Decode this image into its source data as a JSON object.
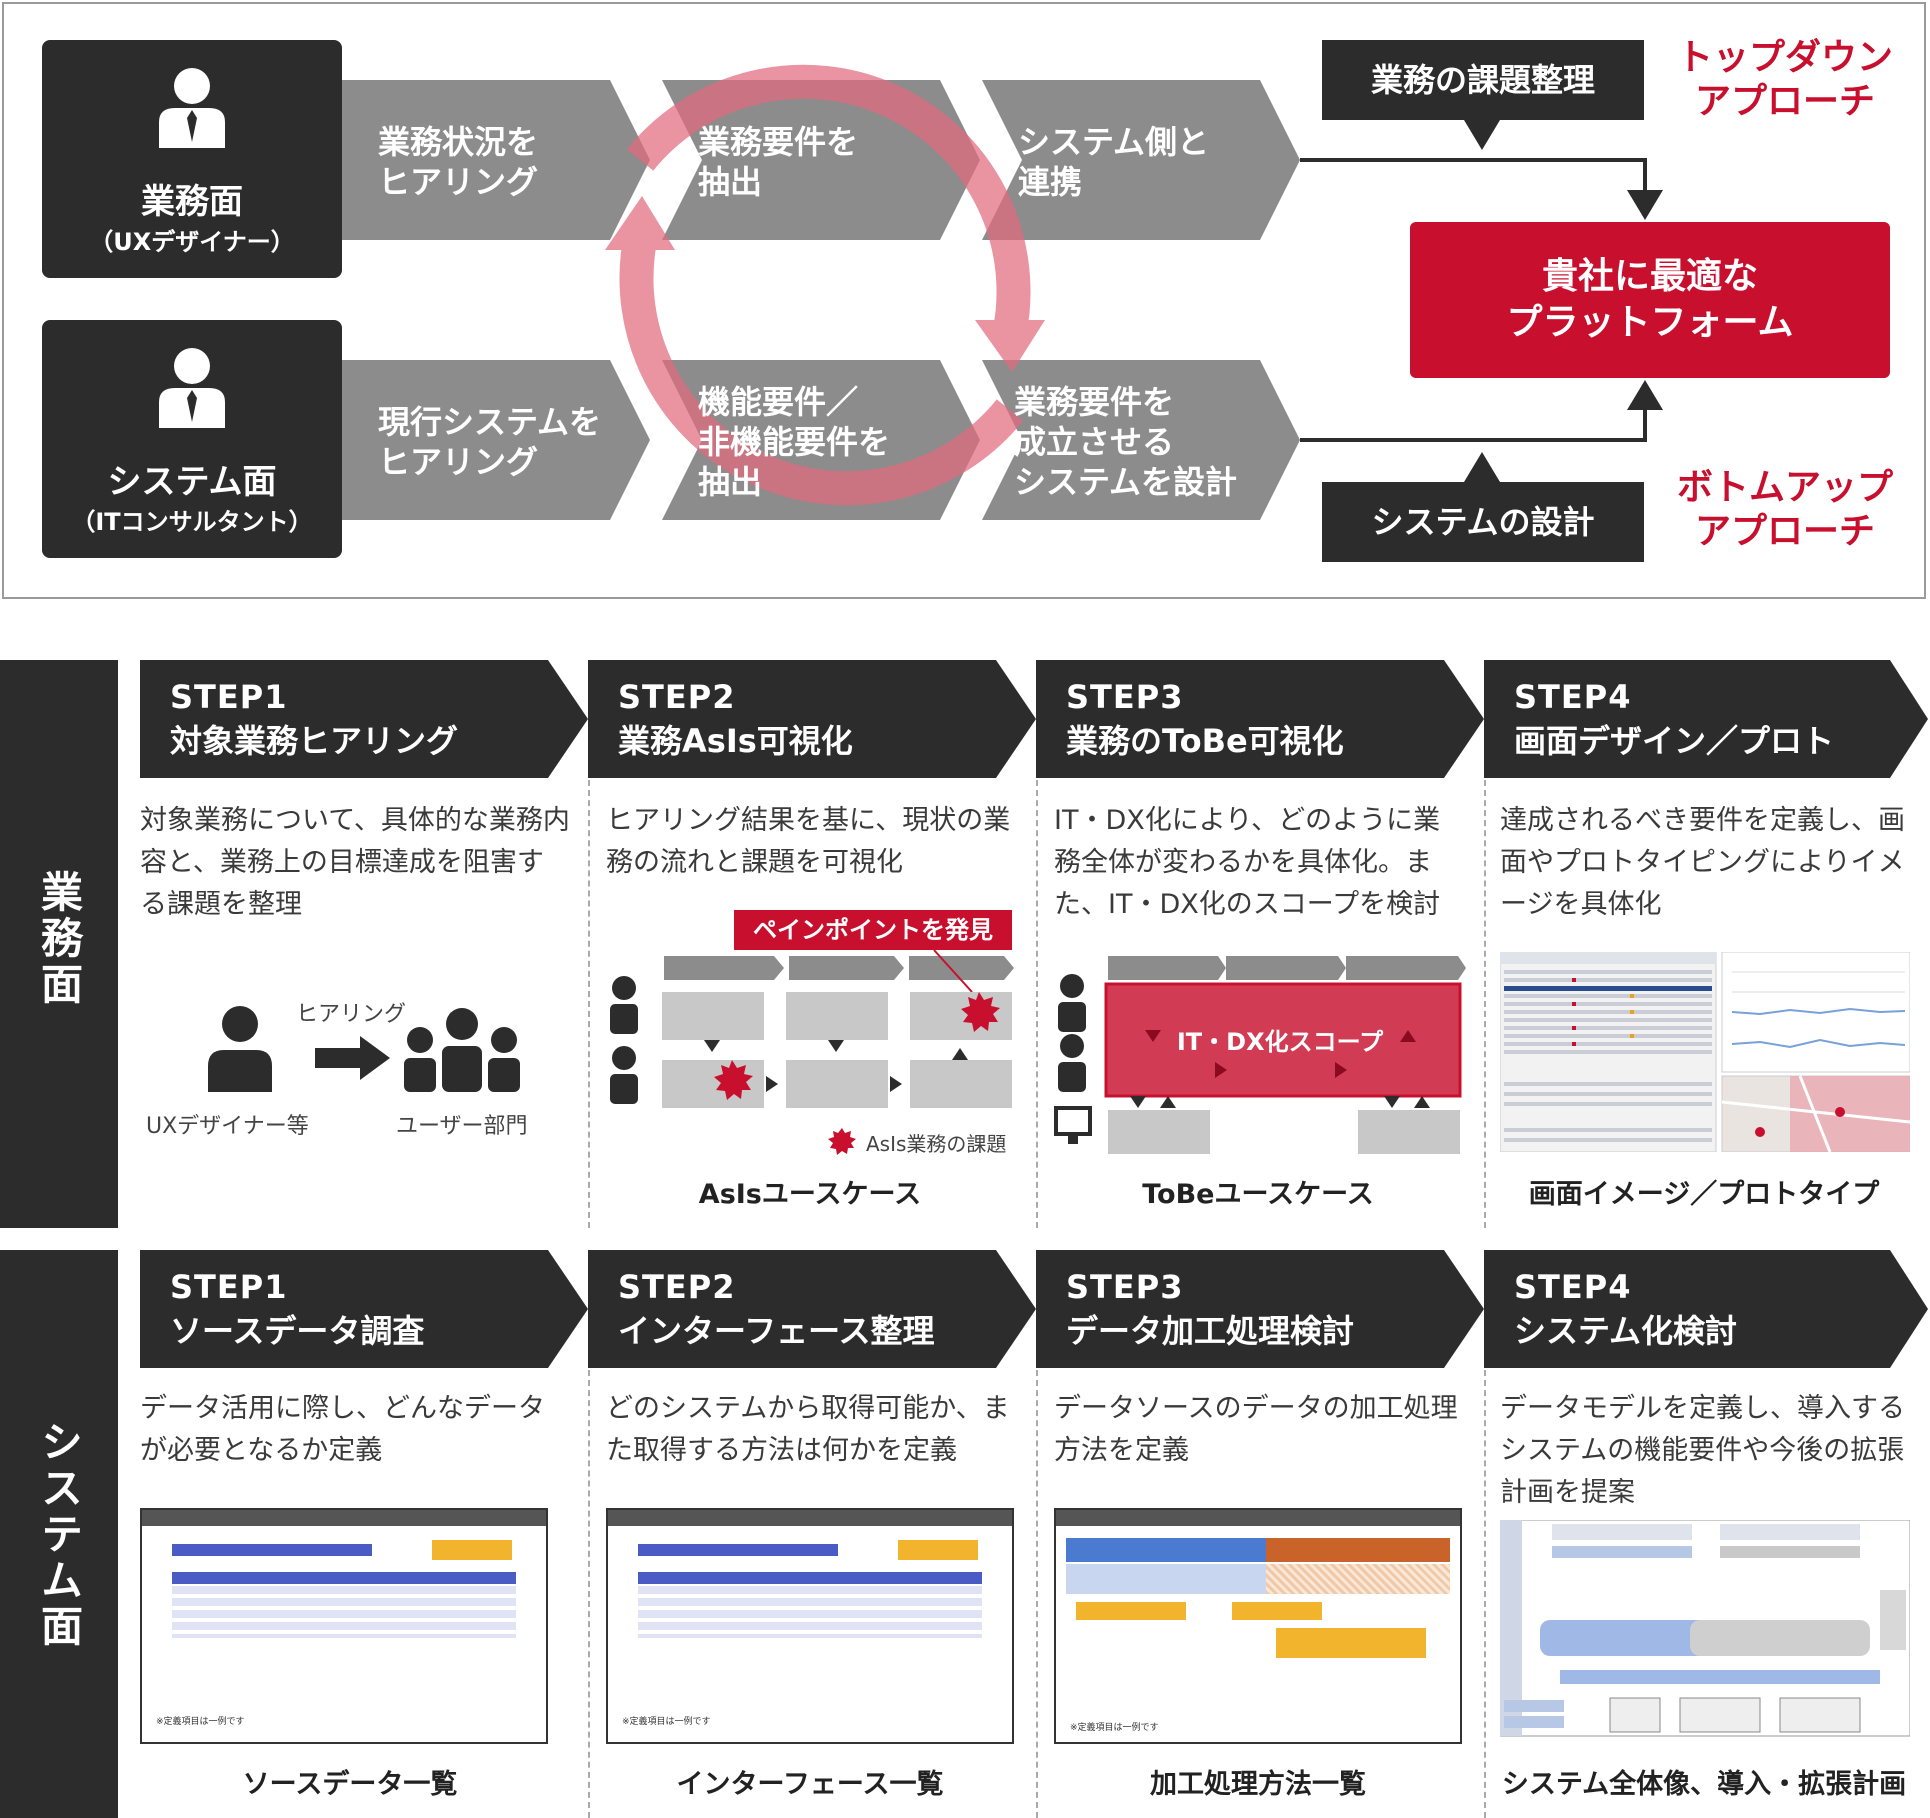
{
  "top": {
    "business_role": {
      "title": "業務面",
      "subtitle": "（UXデザイナー）"
    },
    "system_role": {
      "title": "システム面",
      "subtitle": "（ITコンサルタント）"
    },
    "business_flow": [
      "業務状況を\nヒアリング",
      "業務要件を\n抽出",
      "システム側と\n連携"
    ],
    "system_flow": [
      "現行システムを\nヒアリング",
      "機能要件／\n非機能要件を\n抽出",
      "業務要件を\n成立させる\nシステムを設計"
    ],
    "issue_tag": "業務の課題整理",
    "design_tag": "システムの設計",
    "topdown_label": "トップダウン\nアプローチ",
    "bottomup_label": "ボトムアップ\nアプローチ",
    "platform_label": "貴社に最適な\nプラットフォーム"
  },
  "business_section": {
    "label": "業務面",
    "steps": [
      {
        "num": "STEP1",
        "title": "対象業務ヒアリング",
        "desc": "対象業務について、具体的な業務内容と、業務上の目標達成を阻害する課題を整理",
        "caption": ""
      },
      {
        "num": "STEP2",
        "title": "業務AsIs可視化",
        "desc": "ヒアリング結果を基に、現状の業務の流れと課題を可視化",
        "caption": "AsIsユースケース"
      },
      {
        "num": "STEP3",
        "title": "業務のToBe可視化",
        "desc": "IT・DX化により、どのように業務全体が変わるかを具体化。また、IT・DX化のスコープを検討",
        "caption": "ToBeユースケース"
      },
      {
        "num": "STEP4",
        "title": "画面デザイン／プロト",
        "desc": "達成されるべき要件を定義し、画面やプロトタイピングによりイメージを具体化",
        "caption": "画面イメージ／プロトタイプ"
      }
    ],
    "hearing": {
      "arrow_label": "ヒアリング",
      "left_label": "UXデザイナー等",
      "right_label": "ユーザー部門"
    },
    "asis": {
      "painpoint": "ペインポイントを発見",
      "legend": "AsIs業務の課題"
    },
    "tobe": {
      "scope": "IT・DX化スコープ"
    }
  },
  "system_section": {
    "label": "システム面",
    "steps": [
      {
        "num": "STEP1",
        "title": "ソースデータ調査",
        "desc": "データ活用に際し、どんなデータが必要となるか定義",
        "caption": "ソースデータ一覧"
      },
      {
        "num": "STEP2",
        "title": "インターフェース整理",
        "desc": "どのシステムから取得可能か、また取得する方法は何かを定義",
        "caption": "インターフェース一覧"
      },
      {
        "num": "STEP3",
        "title": "データ加工処理検討",
        "desc": "データソースのデータの加工処理方法を定義",
        "caption": "加工処理方法一覧"
      },
      {
        "num": "STEP4",
        "title": "システム化検討",
        "desc": "データモデルを定義し、導入するシステムの機能要件や今後の拡張計画を提案",
        "caption": "システム全体像、導入・拡張計画"
      }
    ],
    "sheet_note": "※定義項目は一例です"
  },
  "colors": {
    "dark": "#2c2c2c",
    "gray_chevron": "#8c8c8c",
    "accent_red": "#c8102e",
    "cycle_pink": "#e26a7e"
  }
}
